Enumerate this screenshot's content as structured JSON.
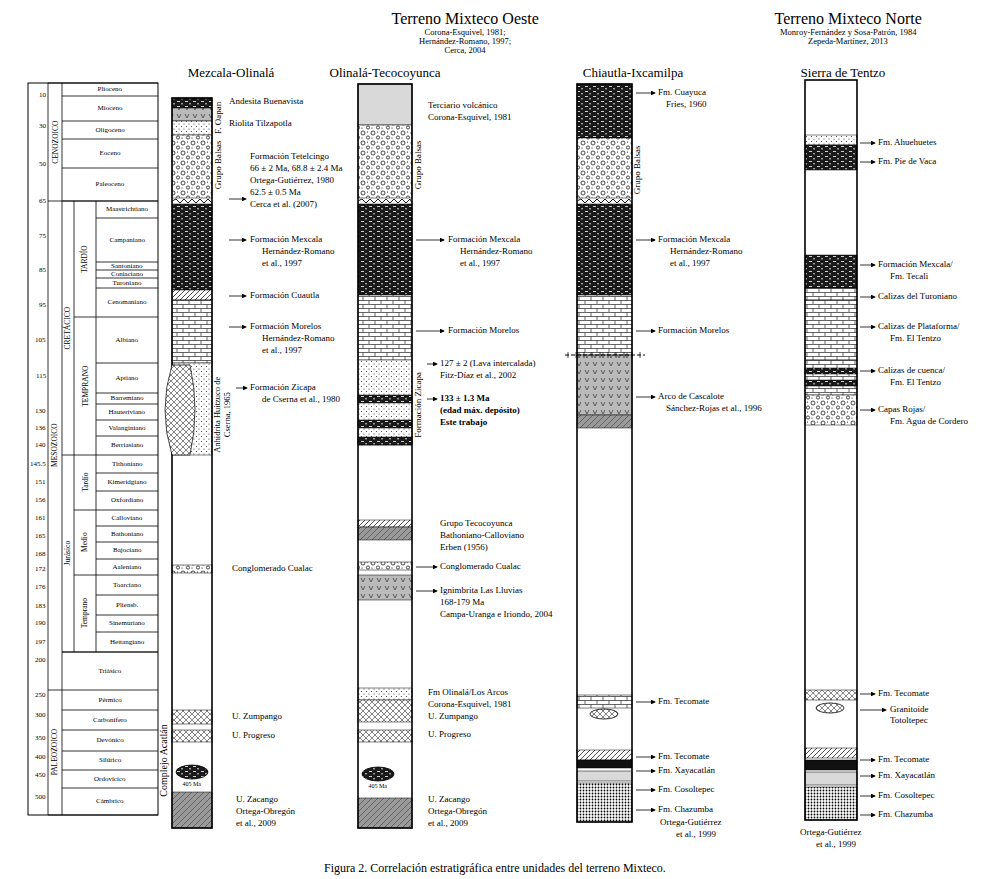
{
  "diagram": {
    "caption": "Figura 2. Correlación estratigráfica entre unidades del terreno Mixteco.",
    "nodes": [
      {
        "text": [
          "Mezcala-Olinalá"
        ]
      },
      {
        "text": [
          "Olinalá-Tecocoyunca"
        ]
      },
      {
        "text": [
          "Chiautla-Ixcamilpa"
        ]
      },
      {
        "text": [
          "Sierra de Tentzo"
        ]
      }
    ],
    "labels": [
      "Terreno Mixteco Oeste",
      "Corona-Esquivel, 1981;",
      "Hernández-Romano, 1997;",
      "Cerca, 2004",
      "Terreno Mixteco Norte",
      "Monroy-Fernández y Sosa-Patrón, 1984",
      "Zepeda-Martínez, 2013",
      "CENOZOICO",
      "MESOZOICO",
      "PALEOZOICO",
      "CRETÁCICO",
      "Jurásico",
      "TARDÍO",
      "TEMPRANO",
      "Tardío",
      "Medio",
      "Temprano",
      "Plioceno",
      "Mioceno",
      "Oligoceno",
      "Eoceno",
      "Paleoceno",
      "Maastrichtiano",
      "Campaniano",
      "Santoniano",
      "Coniaciano",
      "Turoniano",
      "Cenomaniano",
      "Albiano",
      "Aptiano",
      "Barremiano",
      "Hauteriviano",
      "Valanginiano",
      "Berriasiano",
      "Tithoniano",
      "Kimeridgiano",
      "Oxfordiano",
      "Calloviano",
      "Bathoniano",
      "Bajociano",
      "Aaleniano",
      "Toarciano",
      "Pliensb.",
      "Sinemuriano",
      "Hettangiano",
      "Triásico",
      "Pérmico",
      "Carbonífero",
      "Devónico",
      "Silúrico",
      "Ordovícico",
      "Cámbrico",
      "10",
      "30",
      "50",
      "65",
      "75",
      "85",
      "95",
      "105",
      "115",
      "130",
      "136",
      "140",
      "145.5",
      "151",
      "156",
      "161",
      "165",
      "168",
      "172",
      "176",
      "183",
      "190",
      "197",
      "200",
      "250",
      "300",
      "350",
      "400",
      "450",
      "500",
      "Andesita Buenavista",
      "Riolita Tilzapotla",
      "F. Oapan",
      "Grupo Balsas",
      "Formación Tetelcingo",
      "66 ± 2 Ma, 68.8 ± 2.4 Ma",
      "Ortega-Gutiérrez, 1980",
      "62.5 ± 0.5 Ma",
      "Cerca et al. (2007)",
      "Formación Mexcala",
      "Hernández-Romano",
      "et al., 1997",
      "Formación Cuautla",
      "Formación Morelos",
      "Hernández-Romano",
      "et al., 1997",
      "Anhidrita Huitzuco de Cserna, 1965",
      "Formación Zicapa",
      "de Cserna et al., 1980",
      "Conglomerado Cualac",
      "U. Zumpango",
      "U. Progreso",
      "405 Ma",
      "Complejo Acatlán",
      "U. Zacango",
      "Ortega-Obregón",
      "et al., 2009",
      "Terciario volcánico",
      "Corona-Esquivel, 1981",
      "Grupo Balsas",
      "Formación Mexcala",
      "Hernández-Romano",
      "et al., 1997",
      "Formación Morelos",
      "127 ± 2 (Lava intercalada)",
      "Fitz-Díaz et al., 2002",
      "133 ± 1.3 Ma",
      "(edad máx. depósito)",
      "Este trabajo",
      "Formación Zicapa",
      "Grupo Tecocoyunca",
      "Bathoniano-Calloviano",
      "Erben (1956)",
      "Conglomerado Cualac",
      "Ignimbrita Las Lluvias",
      "168-179 Ma",
      "Campa-Uranga e Iriondo, 2004",
      "Fm Olinalá/Los Arcos",
      "Corona-Esquivel, 1981",
      "U. Zumpango",
      "U. Progreso",
      "405 Ma",
      "U. Zacango",
      "Ortega-Obregón",
      "et al., 2009",
      "Fm. Cuayuca",
      "Fries, 1960",
      "Grupo Balsas",
      "Formación Mexcala",
      "Hernández-Romano",
      "et al., 1997",
      "Formación Morelos",
      "Arco de Cascalote",
      "Sánchez-Rojas et al., 1996",
      "Fm. Tecomate",
      "Fm. Tecomate",
      "Fm. Xayacatlán",
      "Fm. Cosoltepec",
      "Fm. Chazumba",
      "Ortega-Gutiérrez",
      "et al., 1999",
      "Fm. Ahuehuetes",
      "Fm. Pie de Vaca",
      "Formación Mexcala/",
      "Fm. Tecali",
      "Calizas del Turoniano",
      "Calizas de Plataforma/",
      "Fm. El Tentzo",
      "Calizas de cuenca/",
      "Fm. El Tentzo",
      "Capas Rojas/",
      "Fm. Agua de Cordero",
      "Fm. Tecomate",
      "Granitoide",
      "Totoltepec",
      "Fm. Tecomate",
      "Fm. Xayacatlán",
      "Fm. Cosoltepec",
      "Fm. Chazumba",
      "Ortega-Gutiérrez",
      "et al., 1999"
    ]
  }
}
